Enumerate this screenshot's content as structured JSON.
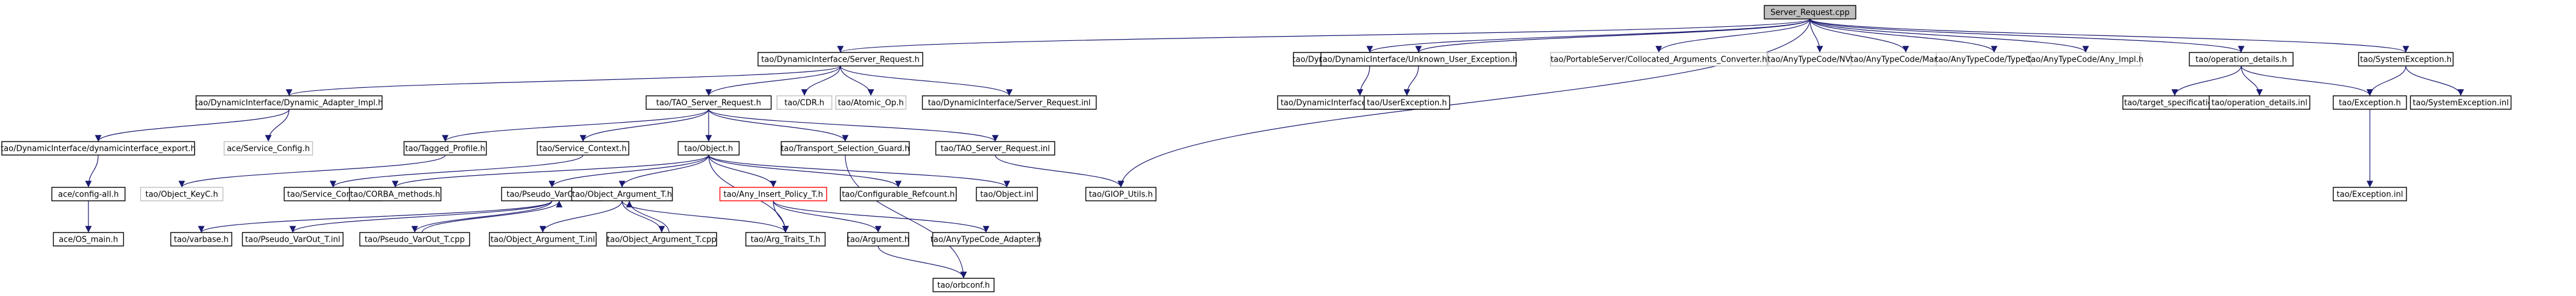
{
  "nodes": [
    {
      "id": "n0",
      "label": "Server_Request.cpp",
      "style": "root"
    },
    {
      "id": "n1",
      "label": "tao/DynamicInterface/Server_Request.h",
      "style": "normal"
    },
    {
      "id": "n2",
      "label": "tao/DynamicInterface/DII_Arguments.h",
      "style": "normal"
    },
    {
      "id": "n3",
      "label": "tao/DynamicInterface/Unknown_User_Exception.h",
      "style": "normal"
    },
    {
      "id": "n4",
      "label": "tao/PortableServer/Collocated_Arguments_Converter.h",
      "style": "gray"
    },
    {
      "id": "n5",
      "label": "tao/AnyTypeCode/NVList.h",
      "style": "gray"
    },
    {
      "id": "n6",
      "label": "tao/AnyTypeCode/Marshal.h",
      "style": "gray"
    },
    {
      "id": "n7",
      "label": "tao/AnyTypeCode/TypeCode.h",
      "style": "gray"
    },
    {
      "id": "n8",
      "label": "tao/AnyTypeCode/Any_Impl.h",
      "style": "gray"
    },
    {
      "id": "n9",
      "label": "tao/operation_details.h",
      "style": "normal"
    },
    {
      "id": "n10",
      "label": "tao/SystemException.h",
      "style": "normal"
    },
    {
      "id": "n11",
      "label": "tao/DynamicInterface/Dynamic_Adapter_Impl.h",
      "style": "normal"
    },
    {
      "id": "n12",
      "label": "tao/TAO_Server_Request.h",
      "style": "normal"
    },
    {
      "id": "n13",
      "label": "tao/CDR.h",
      "style": "gray"
    },
    {
      "id": "n14",
      "label": "tao/Atomic_Op.h",
      "style": "gray"
    },
    {
      "id": "n15",
      "label": "tao/DynamicInterface/Server_Request.inl",
      "style": "normal"
    },
    {
      "id": "n16",
      "label": "tao/DynamicInterface/DII_Arguments.inl",
      "style": "normal"
    },
    {
      "id": "n17",
      "label": "tao/UserException.h",
      "style": "normal"
    },
    {
      "id": "n18",
      "label": "tao/target_specification.h",
      "style": "normal"
    },
    {
      "id": "n19",
      "label": "tao/operation_details.inl",
      "style": "normal"
    },
    {
      "id": "n20",
      "label": "tao/Exception.h",
      "style": "normal"
    },
    {
      "id": "n21",
      "label": "tao/SystemException.inl",
      "style": "normal"
    },
    {
      "id": "n22",
      "label": "tao/DynamicInterface/dynamicinterface_export.h",
      "style": "normal"
    },
    {
      "id": "n23",
      "label": "ace/Service_Config.h",
      "style": "gray"
    },
    {
      "id": "n24",
      "label": "tao/Tagged_Profile.h",
      "style": "normal"
    },
    {
      "id": "n25",
      "label": "tao/Service_Context.h",
      "style": "normal"
    },
    {
      "id": "n26",
      "label": "tao/Object.h",
      "style": "normal"
    },
    {
      "id": "n27",
      "label": "tao/Transport_Selection_Guard.h",
      "style": "normal"
    },
    {
      "id": "n28",
      "label": "tao/TAO_Server_Request.inl",
      "style": "normal"
    },
    {
      "id": "n29",
      "label": "tao/Exception.inl",
      "style": "normal"
    },
    {
      "id": "n30",
      "label": "ace/config-all.h",
      "style": "normal"
    },
    {
      "id": "n31",
      "label": "tao/Object_KeyC.h",
      "style": "gray"
    },
    {
      "id": "n32",
      "label": "tao/Service_Context.inl",
      "style": "normal"
    },
    {
      "id": "n33",
      "label": "tao/CORBA_methods.h",
      "style": "normal"
    },
    {
      "id": "n34",
      "label": "tao/Pseudo_VarOut_T.h",
      "style": "normal"
    },
    {
      "id": "n35",
      "label": "tao/Object_Argument_T.h",
      "style": "normal"
    },
    {
      "id": "n36",
      "label": "tao/Any_Insert_Policy_T.h",
      "style": "red"
    },
    {
      "id": "n37",
      "label": "tao/Configurable_Refcount.h",
      "style": "normal"
    },
    {
      "id": "n38",
      "label": "tao/Object.inl",
      "style": "normal"
    },
    {
      "id": "n39",
      "label": "tao/GIOP_Utils.h",
      "style": "normal"
    },
    {
      "id": "n40",
      "label": "ace/OS_main.h",
      "style": "normal"
    },
    {
      "id": "n41",
      "label": "tao/varbase.h",
      "style": "normal"
    },
    {
      "id": "n42",
      "label": "tao/Pseudo_VarOut_T.inl",
      "style": "normal"
    },
    {
      "id": "n43",
      "label": "tao/Pseudo_VarOut_T.cpp",
      "style": "normal"
    },
    {
      "id": "n44",
      "label": "tao/Object_Argument_T.inl",
      "style": "normal"
    },
    {
      "id": "n45",
      "label": "tao/Object_Argument_T.cpp",
      "style": "normal"
    },
    {
      "id": "n46",
      "label": "tao/Arg_Traits_T.h",
      "style": "normal"
    },
    {
      "id": "n47",
      "label": "tao/Argument.h",
      "style": "normal"
    },
    {
      "id": "n48",
      "label": "tao/AnyTypeCode_Adapter.h",
      "style": "normal"
    },
    {
      "id": "n49",
      "label": "tao/orbconf.h",
      "style": "normal"
    }
  ],
  "edges": [
    [
      "n0",
      "n1"
    ],
    [
      "n0",
      "n2"
    ],
    [
      "n0",
      "n3"
    ],
    [
      "n0",
      "n4"
    ],
    [
      "n0",
      "n5"
    ],
    [
      "n0",
      "n6"
    ],
    [
      "n0",
      "n7"
    ],
    [
      "n0",
      "n8"
    ],
    [
      "n0",
      "n9"
    ],
    [
      "n0",
      "n10"
    ],
    [
      "n0",
      "n39"
    ],
    [
      "n1",
      "n11"
    ],
    [
      "n1",
      "n12"
    ],
    [
      "n1",
      "n13"
    ],
    [
      "n1",
      "n14"
    ],
    [
      "n1",
      "n15"
    ],
    [
      "n2",
      "n16"
    ],
    [
      "n3",
      "n17"
    ],
    [
      "n9",
      "n18"
    ],
    [
      "n9",
      "n19"
    ],
    [
      "n9",
      "n20"
    ],
    [
      "n10",
      "n20"
    ],
    [
      "n10",
      "n21"
    ],
    [
      "n20",
      "n29"
    ],
    [
      "n11",
      "n22"
    ],
    [
      "n11",
      "n23"
    ],
    [
      "n22",
      "n30"
    ],
    [
      "n30",
      "n40"
    ],
    [
      "n12",
      "n24"
    ],
    [
      "n12",
      "n25"
    ],
    [
      "n12",
      "n26"
    ],
    [
      "n12",
      "n27"
    ],
    [
      "n12",
      "n28"
    ],
    [
      "n24",
      "n31"
    ],
    [
      "n25",
      "n32"
    ],
    [
      "n27",
      "n49"
    ],
    [
      "n28",
      "n39"
    ],
    [
      "n26",
      "n33"
    ],
    [
      "n26",
      "n34"
    ],
    [
      "n26",
      "n35"
    ],
    [
      "n26",
      "n36"
    ],
    [
      "n26",
      "n37"
    ],
    [
      "n26",
      "n38"
    ],
    [
      "n26",
      "n46"
    ],
    [
      "n34",
      "n41"
    ],
    [
      "n34",
      "n42"
    ],
    [
      "n34",
      "n43"
    ],
    [
      "n43",
      "n34"
    ],
    [
      "n35",
      "n44"
    ],
    [
      "n35",
      "n45"
    ],
    [
      "n45",
      "n35"
    ],
    [
      "n35",
      "n46"
    ],
    [
      "n36",
      "n46"
    ],
    [
      "n36",
      "n47"
    ],
    [
      "n36",
      "n48"
    ],
    [
      "n47",
      "n49"
    ]
  ]
}
